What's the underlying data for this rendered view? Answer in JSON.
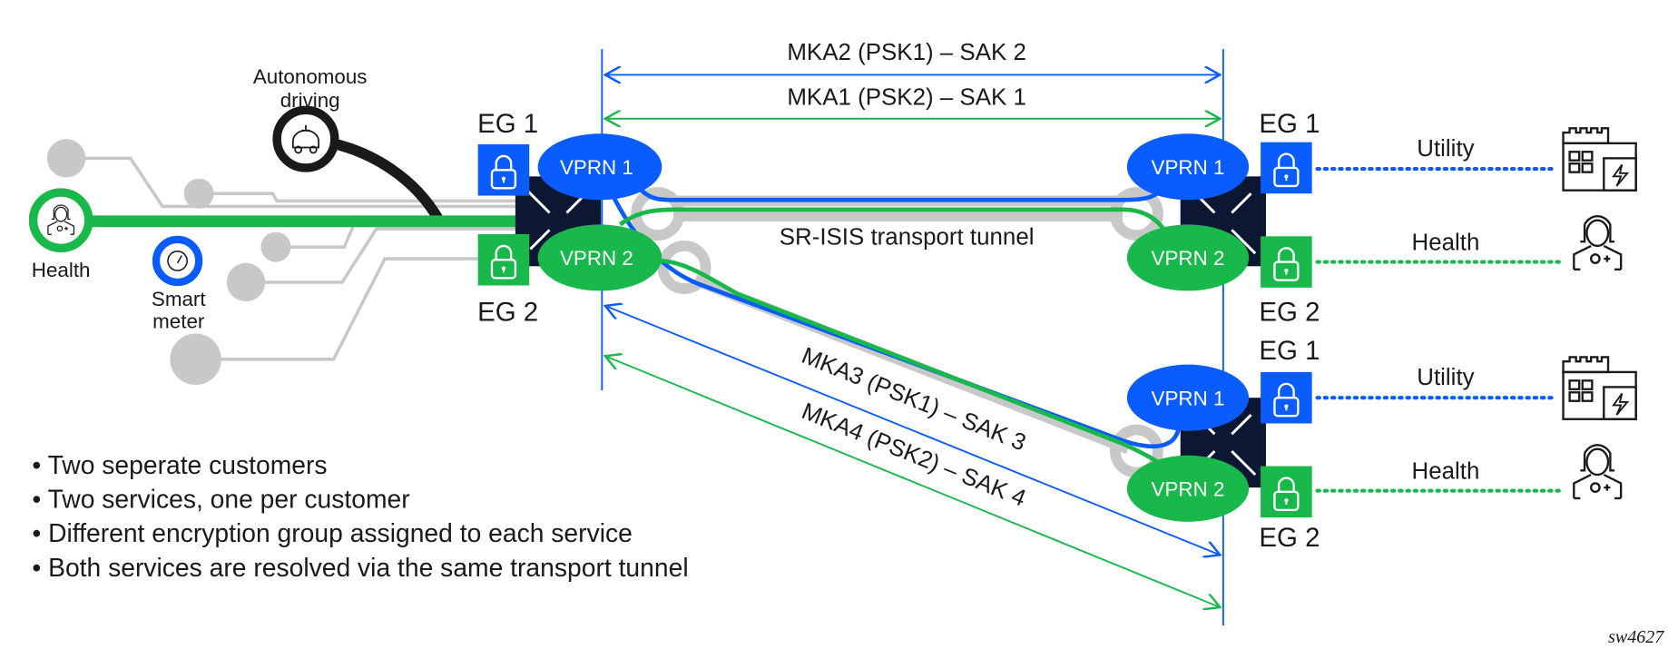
{
  "colors": {
    "blue": "#0a5cff",
    "green": "#18b84a",
    "navy": "#0b1733",
    "grey": "#c8c8c8",
    "black": "#1a1a1a"
  },
  "left_endpoints": {
    "autonomous_line1": "Autonomous",
    "autonomous_line2": "driving",
    "health": "Health",
    "smart_line1": "Smart",
    "smart_line2": "meter"
  },
  "left_node": {
    "eg1": "EG 1",
    "eg2": "EG 2",
    "vprn1": "VPRN 1",
    "vprn2": "VPRN 2"
  },
  "right_top_node": {
    "eg1": "EG 1",
    "eg2": "EG 2",
    "vprn1": "VPRN 1",
    "vprn2": "VPRN 2",
    "utility": "Utility",
    "health": "Health"
  },
  "right_bottom_node": {
    "eg1": "EG 1",
    "eg2": "EG 2",
    "vprn1": "VPRN 1",
    "vprn2": "VPRN 2",
    "utility": "Utility",
    "health": "Health"
  },
  "tunnel_label": "SR-ISIS transport tunnel",
  "mka": {
    "mka2": "MKA2 (PSK1) – SAK 2",
    "mka1": "MKA1 (PSK2) – SAK 1",
    "mka3": "MKA3 (PSK1) – SAK 3",
    "mka4": "MKA4 (PSK2) – SAK 4"
  },
  "bullets": [
    "• Two seperate customers",
    "• Two services, one per customer",
    "• Different encryption group assigned to each service",
    "• Both services are resolved via the same transport tunnel"
  ],
  "figure_id": "sw4627"
}
